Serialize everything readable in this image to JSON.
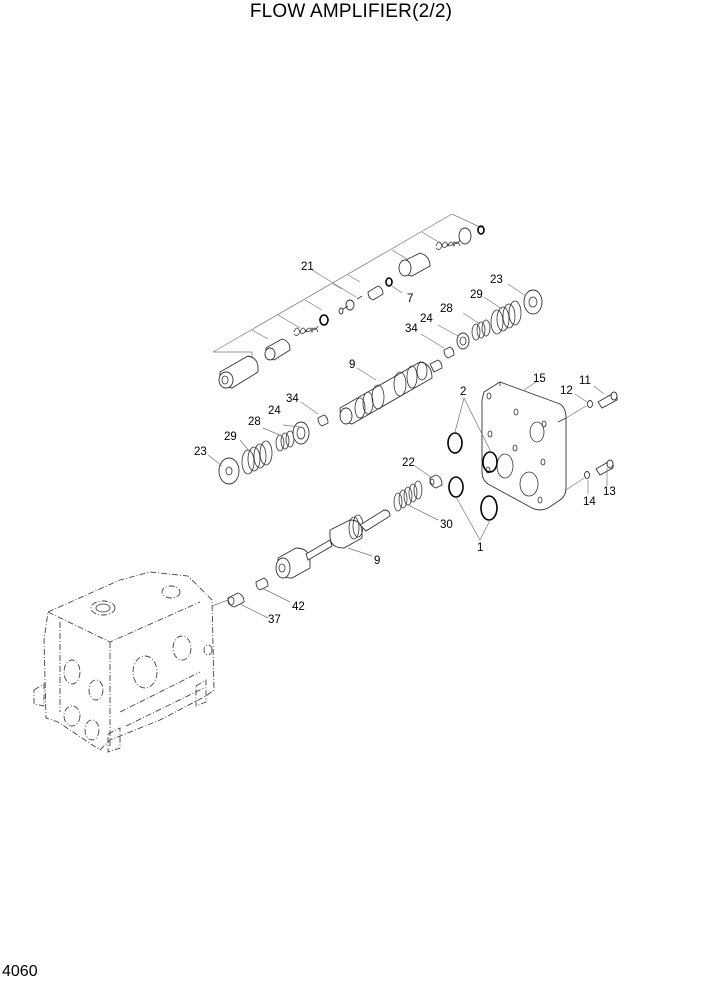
{
  "title": "FLOW AMPLIFIER(2/2)",
  "page_number": "4060",
  "callouts": [
    {
      "id": "c21",
      "label": "21"
    },
    {
      "id": "c7",
      "label": "7"
    },
    {
      "id": "c23a",
      "label": "23"
    },
    {
      "id": "c29a",
      "label": "29"
    },
    {
      "id": "c28a",
      "label": "28"
    },
    {
      "id": "c24a",
      "label": "24"
    },
    {
      "id": "c34a",
      "label": "34"
    },
    {
      "id": "c9a",
      "label": "9"
    },
    {
      "id": "c2",
      "label": "2"
    },
    {
      "id": "c15",
      "label": "15"
    },
    {
      "id": "c11",
      "label": "11"
    },
    {
      "id": "c12",
      "label": "12"
    },
    {
      "id": "c34b",
      "label": "34"
    },
    {
      "id": "c24b",
      "label": "24"
    },
    {
      "id": "c28b",
      "label": "28"
    },
    {
      "id": "c29b",
      "label": "29"
    },
    {
      "id": "c23b",
      "label": "23"
    },
    {
      "id": "c22",
      "label": "22"
    },
    {
      "id": "c30",
      "label": "30"
    },
    {
      "id": "c1",
      "label": "1"
    },
    {
      "id": "c14",
      "label": "14"
    },
    {
      "id": "c13",
      "label": "13"
    },
    {
      "id": "c9b",
      "label": "9"
    },
    {
      "id": "c42",
      "label": "42"
    },
    {
      "id": "c37",
      "label": "37"
    }
  ]
}
